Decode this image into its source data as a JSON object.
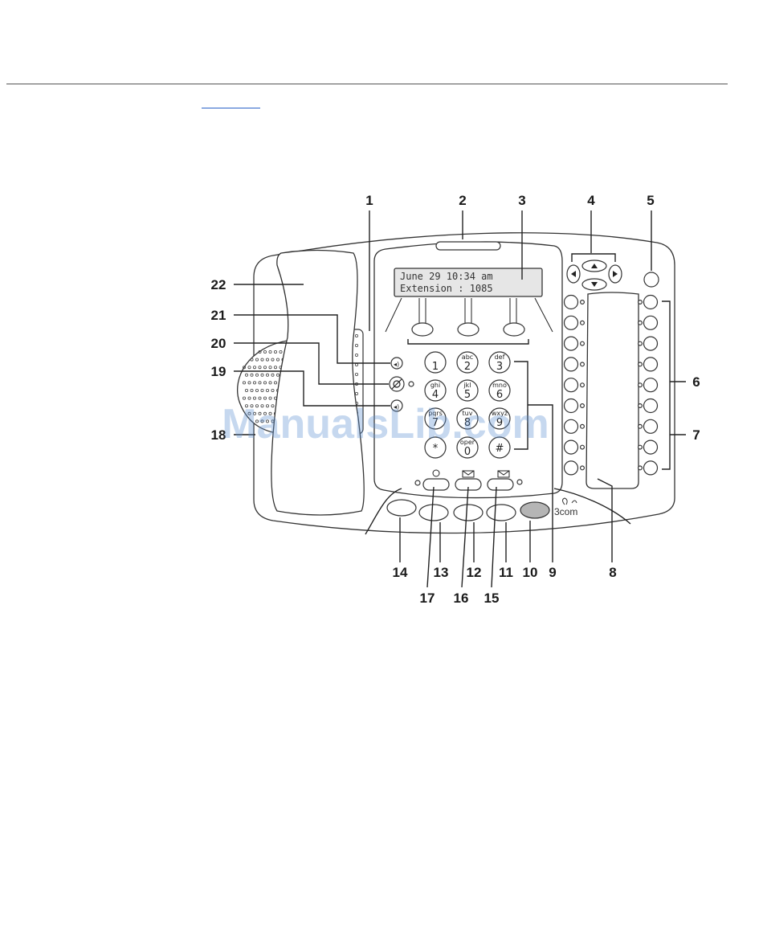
{
  "display": {
    "line1": "June 29 10:34 am",
    "line2": "Extension : 1085"
  },
  "keypad": [
    {
      "digit": "1",
      "letters": ""
    },
    {
      "digit": "2",
      "letters": "abc"
    },
    {
      "digit": "3",
      "letters": "def"
    },
    {
      "digit": "4",
      "letters": "ghi"
    },
    {
      "digit": "5",
      "letters": "jkl"
    },
    {
      "digit": "6",
      "letters": "mno"
    },
    {
      "digit": "7",
      "letters": "pqrs"
    },
    {
      "digit": "8",
      "letters": "tuv"
    },
    {
      "digit": "9",
      "letters": "wxyz"
    },
    {
      "digit": "*",
      "letters": ""
    },
    {
      "digit": "0",
      "letters": "oper"
    },
    {
      "digit": "#",
      "letters": ""
    }
  ],
  "brand": "3com",
  "callouts": [
    "1",
    "2",
    "3",
    "4",
    "5",
    "6",
    "7",
    "8",
    "9",
    "10",
    "11",
    "12",
    "13",
    "14",
    "15",
    "16",
    "17",
    "18",
    "19",
    "20",
    "21",
    "22"
  ],
  "watermark": "ManualsLib.com",
  "colors": {
    "line": "#222222",
    "link": "#2a62c8",
    "highlight_button": "#b5b5b5",
    "watermark": "#5d8fd0"
  }
}
